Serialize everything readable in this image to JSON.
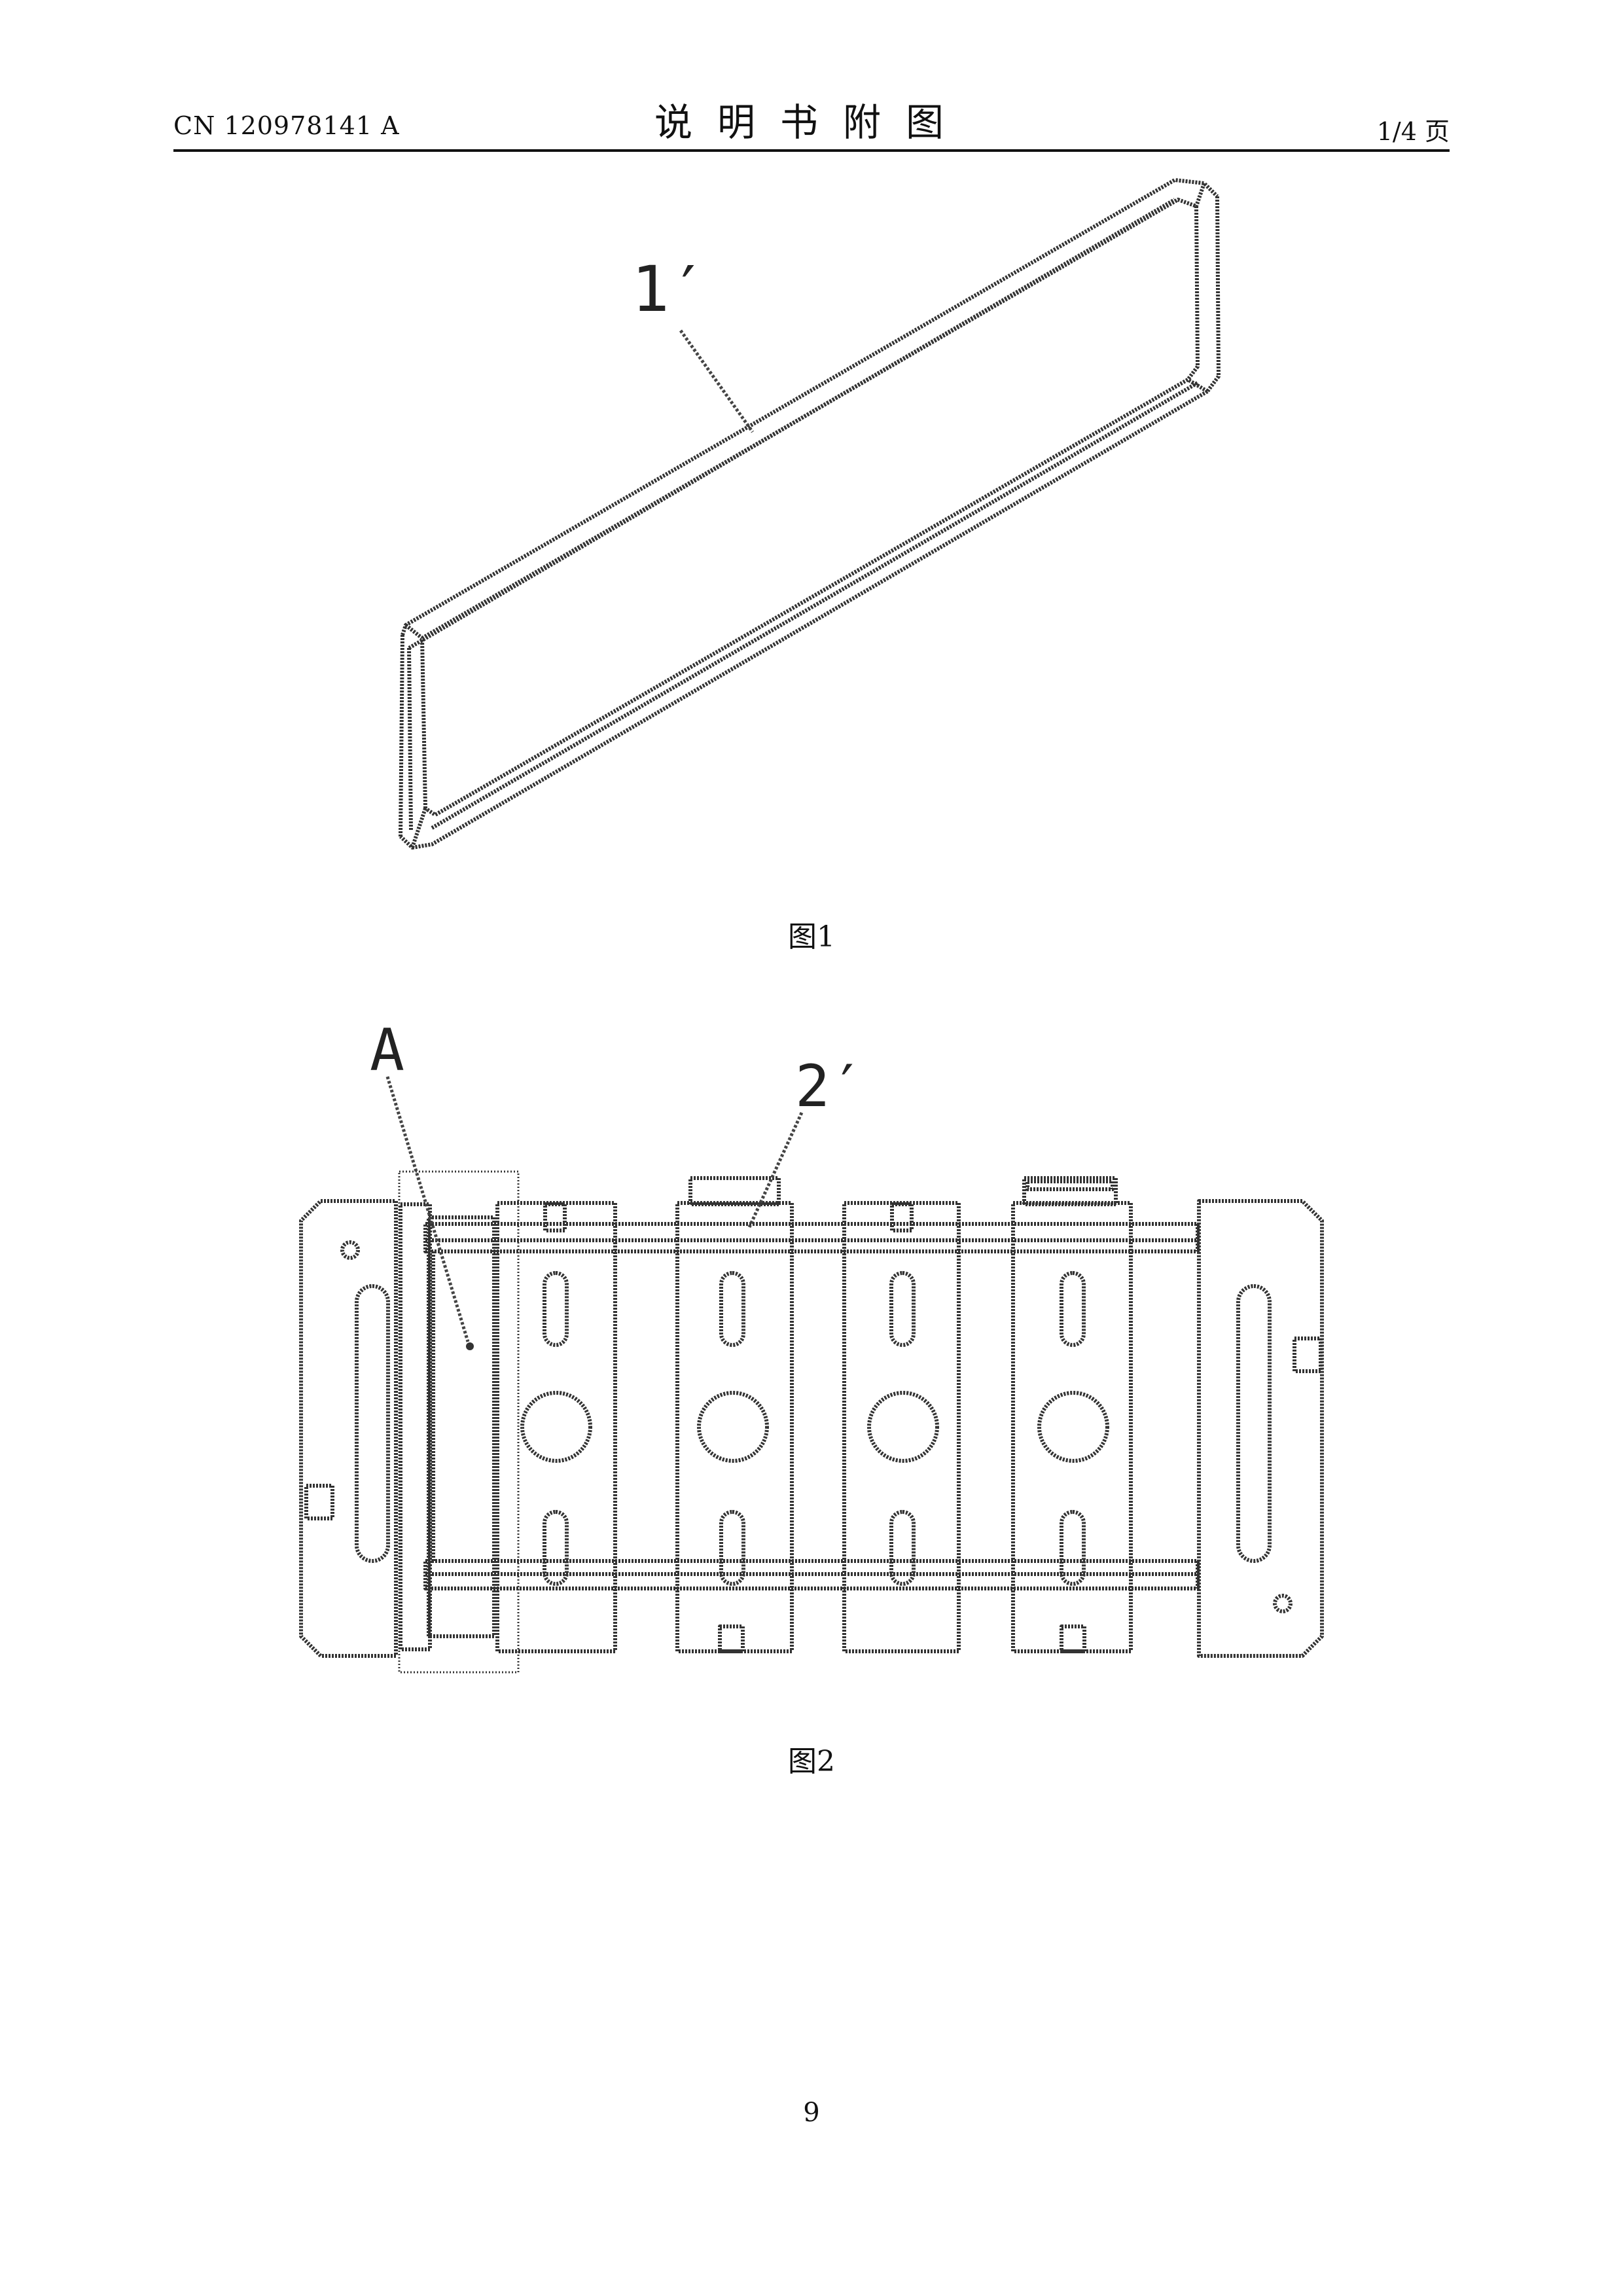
{
  "header": {
    "publication_number": "CN 120978141 A",
    "title": "说明书附图",
    "page_indicator": "1/4 页"
  },
  "figures": [
    {
      "caption": "图1",
      "labels": [
        "1′"
      ]
    },
    {
      "caption": "图2",
      "labels": [
        "A",
        "2′"
      ]
    }
  ],
  "footer": {
    "page_number": "9"
  }
}
